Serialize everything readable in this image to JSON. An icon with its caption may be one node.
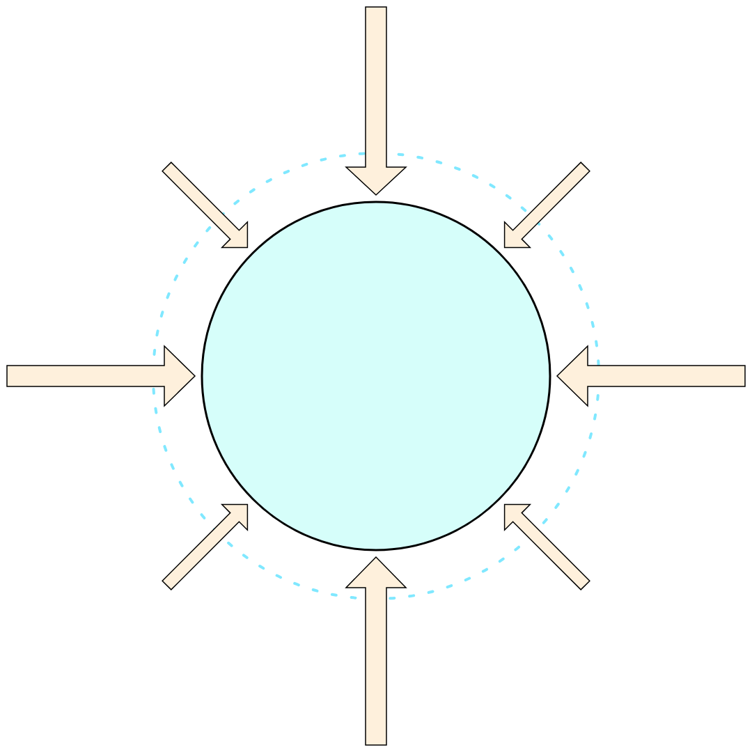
{
  "diagram": {
    "nodes": [
      {
        "text": [],
        "shape": "circle"
      },
      {
        "text": [],
        "shape": "circle",
        "in": 0
      }
    ],
    "edges": [
      {
        "from": null,
        "to": 1,
        "arrow": "to"
      },
      {
        "from": null,
        "to": 1,
        "arrow": "to"
      },
      {
        "from": null,
        "to": 1,
        "arrow": "to"
      },
      {
        "from": null,
        "to": 1,
        "arrow": "to"
      },
      {
        "from": null,
        "to": 1,
        "arrow": "to"
      },
      {
        "from": null,
        "to": 1,
        "arrow": "to"
      },
      {
        "from": null,
        "to": 1,
        "arrow": "to"
      },
      {
        "from": null,
        "to": 1,
        "arrow": "to"
      }
    ]
  }
}
